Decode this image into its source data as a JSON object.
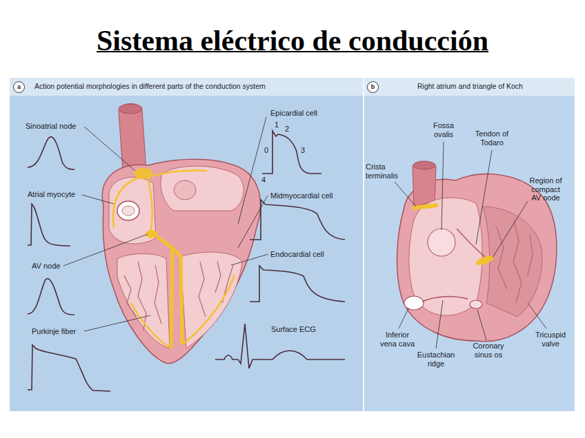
{
  "diagram": {
    "title": "Sistema eléctrico de conducción",
    "nodes": [
      {
        "text": [
          "Action potential morphologies in different parts of the conduction system"
        ]
      },
      {
        "text": [
          "a"
        ],
        "in": 0
      },
      {
        "text": [
          "Right atrium and triangle of Koch"
        ]
      },
      {
        "text": [
          "b"
        ],
        "in": 2
      }
    ],
    "labels": [
      "Sinoatrial node",
      "Atrial myocyte",
      "AV node",
      "Purkinje fiber",
      "Epicardial cell",
      "1",
      "2",
      "0",
      "3",
      "4",
      "Midmyocardial cell",
      "Endocardial cell",
      "Surface ECG",
      "Fossa ovalis",
      "Tendon of Todaro",
      "Crista terminalis",
      "Region of compact AV node",
      "Inferior vena cava",
      "Eustachian ridge",
      "Coronary sinus os",
      "Tricuspid valve"
    ]
  }
}
